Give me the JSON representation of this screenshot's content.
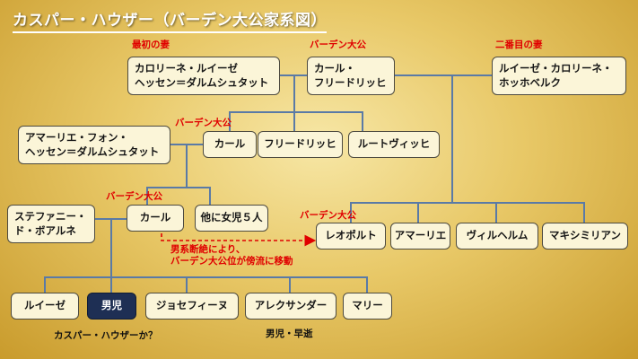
{
  "title": "カスパー・ハウザー（バーデン大公家系図）",
  "labels": {
    "first_wife": "最初の妻",
    "grand_duke_top": "バーデン大公",
    "second_wife": "二番目の妻",
    "grand_duke_karl": "バーデン大公",
    "grand_duke_karl2": "バーデン大公",
    "grand_duke_leopold": "バーデン大公",
    "extinction_note_line1": "男系断絶により、",
    "extinction_note_line2": "バーデン大公位が傍流に移動",
    "kaspar_question": "カスパー・ハウザーか？",
    "died_young": "男児・早逝"
  },
  "people": {
    "caroline_hessen_line1": "カロリーネ・ルイーゼ",
    "caroline_hessen_line2": "ヘッセン＝ダルムシュタット",
    "karl_friedrich_line1": "カール・",
    "karl_friedrich_line2": "フリードリッヒ",
    "luise_hochberg_line1": "ルイーゼ・カロリーネ・",
    "luise_hochberg_line2": "ホッホベルク",
    "amalie_hessen_line1": "アマーリエ・フォン・",
    "amalie_hessen_line2": "ヘッセン＝ダルムシュタット",
    "karl_ludwig": "カール",
    "friedrich": "フリードリッヒ",
    "ludwig": "ルートヴィッヒ",
    "stephanie_line1": "ステファニー・",
    "stephanie_line2": "ド・ボアルネ",
    "karl": "カール",
    "other_daughters": "他に女児５人",
    "leopold": "レオポルト",
    "amalie": "アマーリエ",
    "wilhelm": "ヴィルヘルム",
    "maximilian": "マキシミリアン",
    "luise": "ルイーゼ",
    "boy": "男児",
    "josephine": "ジョセフィーヌ",
    "alexander": "アレクサンダー",
    "marie": "マリー"
  },
  "colors": {
    "accent_red": "#e00000",
    "highlight_box": "#1e2f54",
    "box_fill": "#fbf5d8",
    "line": "#5a7aa6"
  }
}
